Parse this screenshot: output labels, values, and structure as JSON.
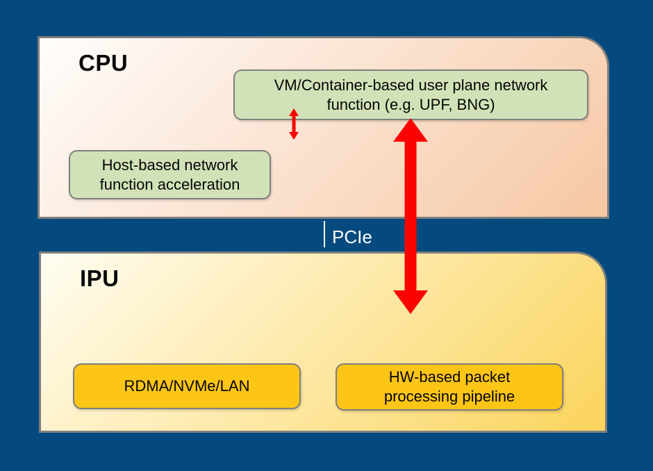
{
  "colors": {
    "navy": "#054a7e",
    "red": "#fb0303",
    "green-fill": "#d2e2b8",
    "gold-fill": "#fdc516",
    "border-gray": "#7f7f7f",
    "white": "#ffffff",
    "cpu-grad-start": "#fffdfc",
    "cpu-grad-end": "#f6c7a3",
    "ipu-grad-start": "#fffdf2",
    "ipu-grad-end": "#fbd45c"
  },
  "diagram": {
    "cpu": {
      "title": "CPU",
      "vm_box": {
        "line1": "VM/Container-based user plane network",
        "line2": "function (e.g. UPF, BNG)"
      },
      "host_box": {
        "line1": "Host-based network",
        "line2": "function acceleration"
      }
    },
    "interconnect": {
      "label": "PCIe"
    },
    "ipu": {
      "title": "IPU",
      "rdma_box": {
        "label": "RDMA/NVMe/LAN"
      },
      "hw_box": {
        "line1": "HW-based packet",
        "line2": "processing pipeline"
      }
    },
    "icons": {
      "small_arrow": "small red vertical double-headed arrow between VM box and CPU area",
      "big_arrow": "large red vertical double-headed arrow between VM box and IPU across PCIe"
    }
  }
}
